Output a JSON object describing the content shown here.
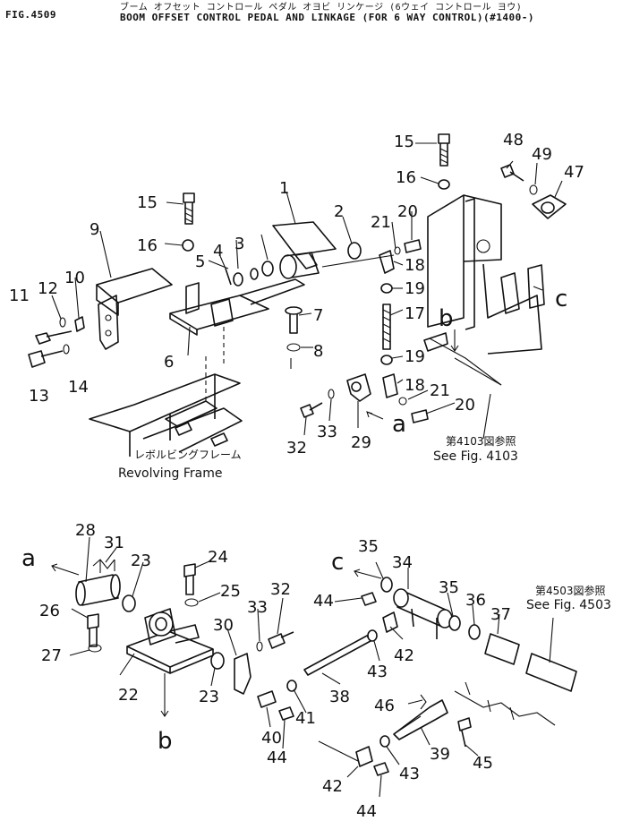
{
  "header": {
    "figure_number": "FIG.4509",
    "title_japanese": "ブーム オフセット コントロール ペダル オヨビ リンケージ (6ウェイ コントロール ヨウ)",
    "title_english": "BOOM OFFSET CONTROL PEDAL AND LINKAGE (FOR 6 WAY CONTROL)(#1400-)"
  },
  "labels": {
    "revolving_frame_jp": "レボルビングフレーム",
    "revolving_frame_en": "Revolving Frame",
    "ref_4103_jp": "第4103図参照",
    "ref_4103_en": "See Fig. 4103",
    "ref_4503_jp": "第4503図参照",
    "ref_4503_en": "See Fig. 4503"
  },
  "connectors": [
    "a",
    "b",
    "c"
  ],
  "part_numbers": [
    "1",
    "2",
    "3",
    "4",
    "5",
    "6",
    "7",
    "8",
    "9",
    "10",
    "11",
    "12",
    "13",
    "14",
    "15",
    "16",
    "17",
    "18",
    "19",
    "20",
    "21",
    "22",
    "23",
    "24",
    "25",
    "26",
    "27",
    "28",
    "29",
    "30",
    "31",
    "32",
    "33",
    "34",
    "35",
    "36",
    "37",
    "38",
    "39",
    "40",
    "41",
    "42",
    "43",
    "44",
    "45",
    "46",
    "47",
    "48",
    "49"
  ]
}
